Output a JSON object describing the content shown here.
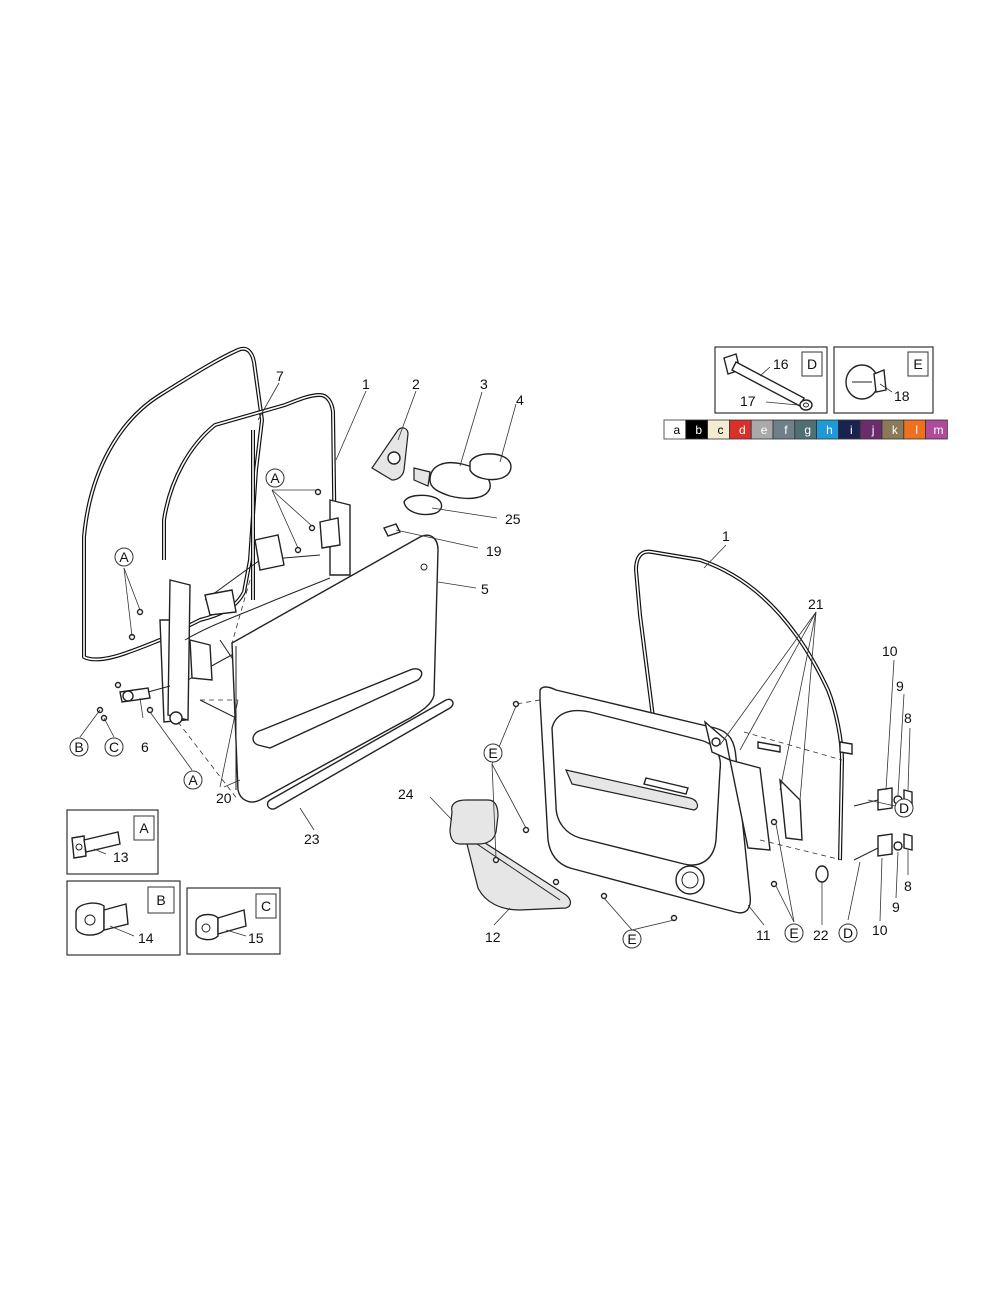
{
  "callouts": {
    "l_7": "7",
    "l_1a": "1",
    "l_2": "2",
    "l_3": "3",
    "l_4": "4",
    "l_25": "25",
    "l_19": "19",
    "l_5": "5",
    "l_6": "6",
    "l_20": "20",
    "l_23": "23",
    "l_1b": "1",
    "l_21": "21",
    "l_10a": "10",
    "l_9a": "9",
    "l_8a": "8",
    "l_24": "24",
    "l_12": "12",
    "l_11": "11",
    "l_22": "22",
    "l_8b": "8",
    "l_9b": "9",
    "l_10b": "10"
  },
  "refs": {
    "A1": "A",
    "A2": "A",
    "A3": "A",
    "B": "B",
    "C": "C",
    "E1": "E",
    "E2": "E",
    "E3": "E",
    "D1": "D",
    "D2": "D"
  },
  "detail_boxes": {
    "A": {
      "tag": "A",
      "part": "13"
    },
    "B": {
      "tag": "B",
      "part": "14"
    },
    "C": {
      "tag": "C",
      "part": "15"
    },
    "D": {
      "tag": "D",
      "part_a": "16",
      "part_b": "17"
    },
    "E": {
      "tag": "E",
      "part": "18"
    }
  },
  "color_legend": [
    {
      "code": "a",
      "color": "#ffffff",
      "text_color": "#000000"
    },
    {
      "code": "b",
      "color": "#000000",
      "text_color": "#ffffff"
    },
    {
      "code": "c",
      "color": "#f4ecd0",
      "text_color": "#000000"
    },
    {
      "code": "d",
      "color": "#d9302a",
      "text_color": "#ffffff"
    },
    {
      "code": "e",
      "color": "#a9a9a9",
      "text_color": "#ffffff"
    },
    {
      "code": "f",
      "color": "#6f8088",
      "text_color": "#ffffff"
    },
    {
      "code": "g",
      "color": "#4f6f73",
      "text_color": "#ffffff"
    },
    {
      "code": "h",
      "color": "#1e9ad6",
      "text_color": "#ffffff"
    },
    {
      "code": "i",
      "color": "#1a2350",
      "text_color": "#ffffff"
    },
    {
      "code": "j",
      "color": "#6a2c6a",
      "text_color": "#ffffff"
    },
    {
      "code": "k",
      "color": "#8a7a5a",
      "text_color": "#ffffff"
    },
    {
      "code": "l",
      "color": "#f07020",
      "text_color": "#ffffff"
    },
    {
      "code": "m",
      "color": "#b04a9a",
      "text_color": "#ffffff"
    }
  ]
}
